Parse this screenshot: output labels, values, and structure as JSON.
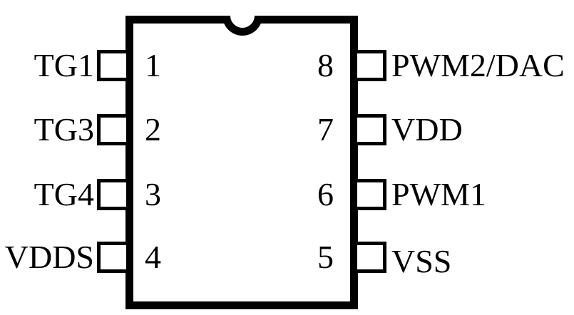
{
  "diagram": {
    "kind": "ic-pinout",
    "pin_count_visible": 8,
    "colors": {
      "line": "#000000",
      "background": "#ffffff"
    },
    "left_pins": [
      {
        "number": "1",
        "name": "TG1"
      },
      {
        "number": "2",
        "name": "TG3"
      },
      {
        "number": "3",
        "name": "TG4"
      },
      {
        "number": "4",
        "name": "VDDS"
      }
    ],
    "right_pins": [
      {
        "number": "8",
        "name": "PWM2/DAC"
      },
      {
        "number": "7",
        "name": "VDD"
      },
      {
        "number": "6",
        "name": "PWM1"
      },
      {
        "number": "5",
        "name": "VSS"
      }
    ]
  }
}
